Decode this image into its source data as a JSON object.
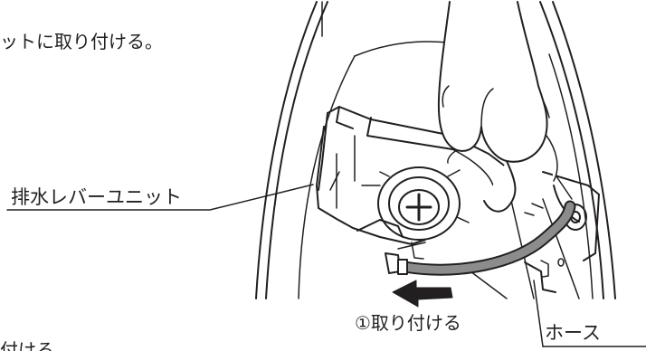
{
  "instruction": {
    "top_text": "ットに取り付ける。",
    "bottom_text": "付ける"
  },
  "labels": {
    "unit": "排水レバーユニット",
    "step": "①取り付ける",
    "hose": "ホース"
  },
  "colors": {
    "line": "#231f20",
    "hose_fill": "#8c8c8c",
    "arrow": "#231f20",
    "background": "#ffffff"
  },
  "icons": {
    "arrow": "left-arrow-icon"
  }
}
